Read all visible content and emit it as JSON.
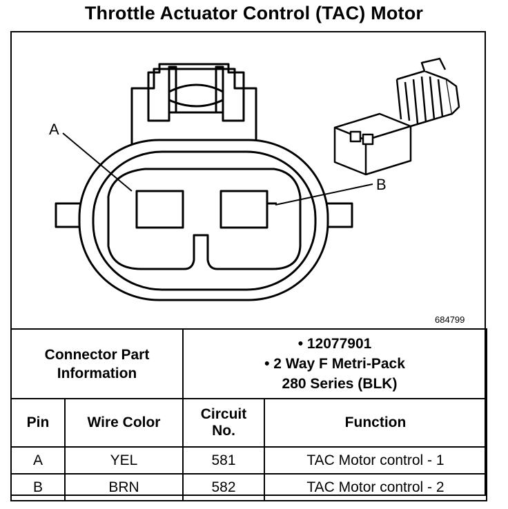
{
  "title": "Throttle Actuator Control (TAC) Motor",
  "figure_number": "684799",
  "terminal_labels": {
    "a": "A",
    "b": "B"
  },
  "connector_info": {
    "label_lines": [
      "Connector Part",
      "Information"
    ],
    "bullets": [
      {
        "lines": [
          "• 12077901"
        ]
      },
      {
        "lines": [
          "• 2 Way F Metri-Pack",
          "280 Series (BLK)"
        ]
      }
    ]
  },
  "table": {
    "headers": {
      "pin": "Pin",
      "wire_color": "Wire Color",
      "circuit_lines": [
        "Circuit",
        "No."
      ],
      "function": "Function"
    },
    "rows": [
      {
        "pin": "A",
        "wire_color": "YEL",
        "circuit": "581",
        "function": "TAC Motor control - 1"
      },
      {
        "pin": "B",
        "wire_color": "BRN",
        "circuit": "582",
        "function": "TAC Motor control - 2"
      }
    ]
  }
}
